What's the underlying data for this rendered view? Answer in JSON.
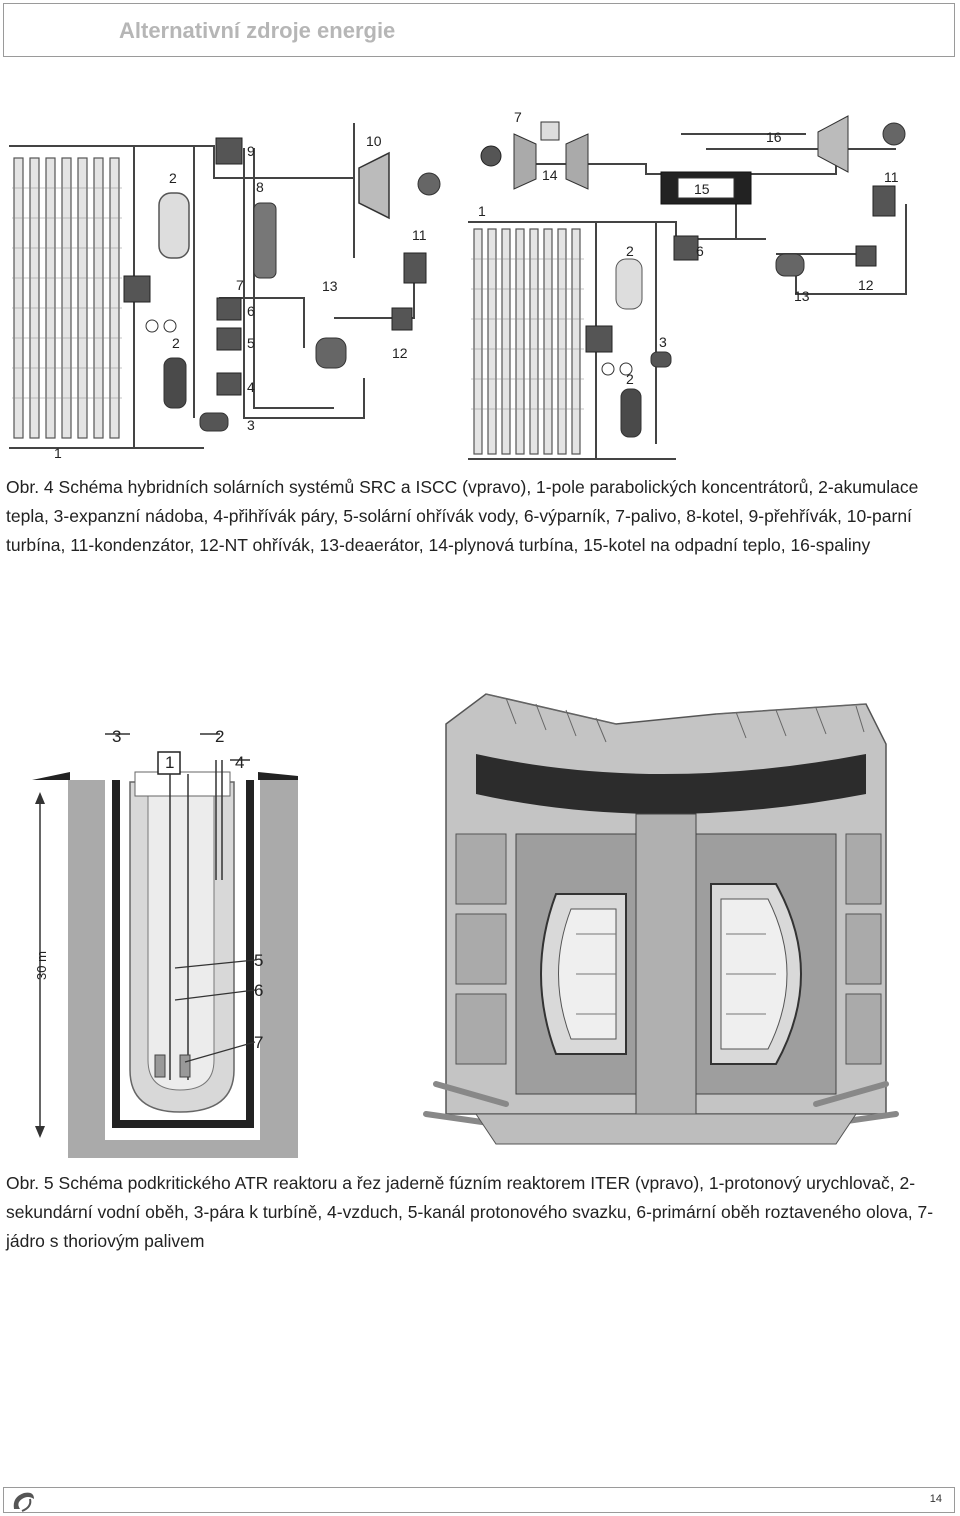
{
  "header": {
    "title": "Alternativní zdroje energie"
  },
  "figure4": {
    "caption": "Obr. 4 Schéma hybridních solárních systémů SRC a ISCC (vpravo), 1-pole parabolických koncentrátorů, 2-akumulace tepla, 3-expanzní nádoba, 4-přihřívák páry, 5-solární ohřívák vody, 6-výparník, 7-palivo, 8-kotel, 9-přehřívák, 10-parní turbína, 11-kondenzátor, 12-NT ohřívák, 13-deaerátor, 14-plynová turbína, 15-kotel na odpadní teplo, 16-spaliny",
    "left_labels": [
      "1",
      "2",
      "2",
      "3",
      "4",
      "5",
      "6",
      "7",
      "8",
      "9",
      "10",
      "11",
      "12",
      "13"
    ],
    "right_labels": [
      "1",
      "2",
      "2",
      "3",
      "6",
      "7",
      "11",
      "12",
      "13",
      "14",
      "15",
      "16"
    ]
  },
  "figure5": {
    "caption": "Obr. 5 Schéma podkritického ATR reaktoru a řez jaderně fúzním reaktorem ITER (vpravo), 1-protonový urychlovač, 2-sekundární vodní oběh, 3-pára k turbíně, 4-vzduch, 5-kanál protonového svazku, 6-primární oběh roztaveného olova, 7-jádro s thoriovým palivem",
    "reactor_labels": [
      "1",
      "2",
      "3",
      "4",
      "5",
      "6",
      "7"
    ],
    "depth_label": "30 m"
  },
  "footer": {
    "page_number": "14"
  }
}
